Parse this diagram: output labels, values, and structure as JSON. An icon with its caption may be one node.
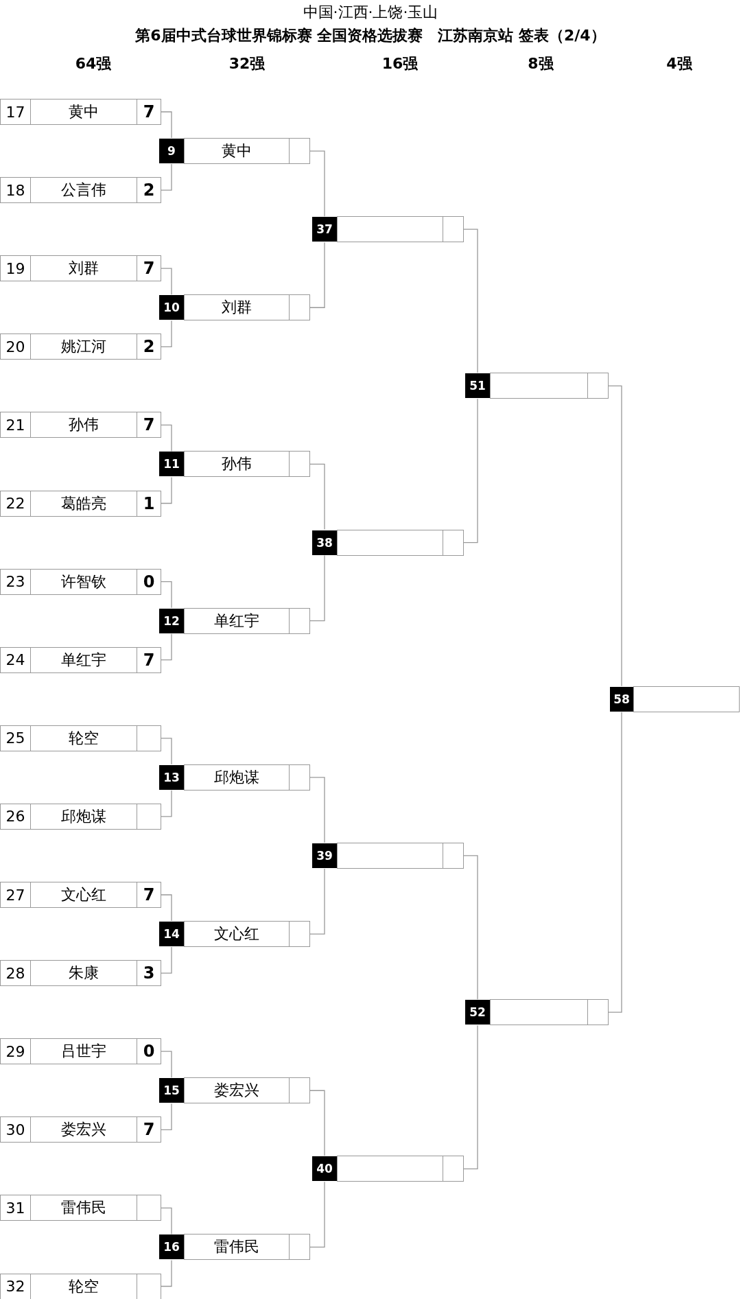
{
  "diagram": {
    "title": "第6届中式台球世界锦标赛 全国资格选拔赛　江苏南京站 签表（2/4）",
    "nodes": [
      {
        "text": [
          "17",
          "黄中",
          "7"
        ]
      },
      {
        "text": [
          "18",
          "公言伟",
          "2"
        ]
      },
      {
        "text": [
          "19",
          "刘群",
          "7"
        ]
      },
      {
        "text": [
          "20",
          "姚江河",
          "2"
        ]
      },
      {
        "text": [
          "21",
          "孙伟",
          "7"
        ]
      },
      {
        "text": [
          "22",
          "葛皓亮",
          "1"
        ]
      },
      {
        "text": [
          "23",
          "许智钦",
          "0"
        ]
      },
      {
        "text": [
          "24",
          "单红宇",
          "7"
        ]
      },
      {
        "text": [
          "25",
          "轮空"
        ]
      },
      {
        "text": [
          "26",
          "邱炮谋"
        ]
      },
      {
        "text": [
          "27",
          "文心红",
          "7"
        ]
      },
      {
        "text": [
          "28",
          "朱康",
          "3"
        ]
      },
      {
        "text": [
          "29",
          "吕世宇",
          "0"
        ]
      },
      {
        "text": [
          "30",
          "娄宏兴",
          "7"
        ]
      },
      {
        "text": [
          "31",
          "雷伟民"
        ]
      },
      {
        "text": [
          "32",
          "轮空"
        ]
      },
      {
        "text": [
          "9",
          "黄中"
        ]
      },
      {
        "text": [
          "10",
          "刘群"
        ]
      },
      {
        "text": [
          "11",
          "孙伟"
        ]
      },
      {
        "text": [
          "12",
          "单红宇"
        ]
      },
      {
        "text": [
          "13",
          "邱炮谋"
        ]
      },
      {
        "text": [
          "14",
          "文心红"
        ]
      },
      {
        "text": [
          "15",
          "娄宏兴"
        ]
      },
      {
        "text": [
          "16",
          "雷伟民"
        ]
      },
      {
        "text": [
          "37"
        ]
      },
      {
        "text": [
          "38"
        ]
      },
      {
        "text": [
          "39"
        ]
      },
      {
        "text": [
          "40"
        ]
      },
      {
        "text": [
          "51"
        ]
      },
      {
        "text": [
          "52"
        ]
      },
      {
        "text": [
          "58"
        ]
      }
    ],
    "edges": [
      {
        "from": 0,
        "to": 16,
        "arrow": "none"
      },
      {
        "from": 1,
        "to": 16,
        "arrow": "none"
      },
      {
        "from": 2,
        "to": 17,
        "arrow": "none"
      },
      {
        "from": 3,
        "to": 17,
        "arrow": "none"
      },
      {
        "from": 4,
        "to": 18,
        "arrow": "none"
      },
      {
        "from": 5,
        "to": 18,
        "arrow": "none"
      },
      {
        "from": 6,
        "to": 19,
        "arrow": "none"
      },
      {
        "from": 7,
        "to": 19,
        "arrow": "none"
      },
      {
        "from": 8,
        "to": 20,
        "arrow": "none"
      },
      {
        "from": 9,
        "to": 20,
        "arrow": "none"
      },
      {
        "from": 10,
        "to": 21,
        "arrow": "none"
      },
      {
        "from": 11,
        "to": 21,
        "arrow": "none"
      },
      {
        "from": 12,
        "to": 22,
        "arrow": "none"
      },
      {
        "from": 13,
        "to": 22,
        "arrow": "none"
      },
      {
        "from": 14,
        "to": 23,
        "arrow": "none"
      },
      {
        "from": 15,
        "to": 23,
        "arrow": "none"
      },
      {
        "from": 16,
        "to": 24,
        "arrow": "none"
      },
      {
        "from": 17,
        "to": 24,
        "arrow": "none"
      },
      {
        "from": 18,
        "to": 25,
        "arrow": "none"
      },
      {
        "from": 19,
        "to": 25,
        "arrow": "none"
      },
      {
        "from": 20,
        "to": 26,
        "arrow": "none"
      },
      {
        "from": 21,
        "to": 26,
        "arrow": "none"
      },
      {
        "from": 22,
        "to": 27,
        "arrow": "none"
      },
      {
        "from": 23,
        "to": 27,
        "arrow": "none"
      },
      {
        "from": 24,
        "to": 28,
        "arrow": "none"
      },
      {
        "from": 25,
        "to": 28,
        "arrow": "none"
      },
      {
        "from": 26,
        "to": 29,
        "arrow": "none"
      },
      {
        "from": 27,
        "to": 29,
        "arrow": "none"
      },
      {
        "from": 28,
        "to": 30,
        "arrow": "none"
      },
      {
        "from": 29,
        "to": 30,
        "arrow": "none"
      }
    ],
    "labels": [
      "中国·江西·上饶·玉山",
      "64强",
      "32强",
      "16强",
      "8强",
      "4强"
    ]
  }
}
